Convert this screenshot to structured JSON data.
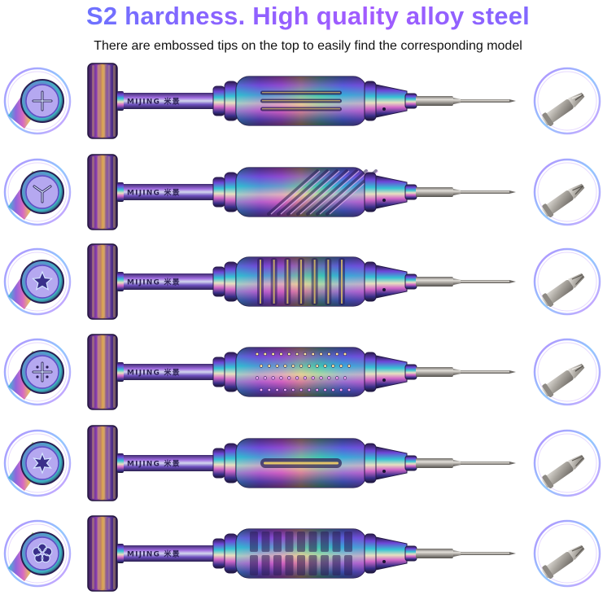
{
  "header": {
    "title": "S2 hardness. High quality alloy steel",
    "subtitle": "There are embossed tips on the top to easily find the corresponding model"
  },
  "colors": {
    "title_gradient": [
      "#5a7cff",
      "#a25bff"
    ],
    "subtitle": "#111111",
    "circle_ring": "#c68cff",
    "steel": "#b7b3ad"
  },
  "screwdrivers": [
    {
      "cap_symbol": "cross-icon",
      "grip_pattern": "slots",
      "tip_type": "phillips",
      "brand": "MIJING 米景"
    },
    {
      "cap_symbol": "y-tri-icon",
      "grip_pattern": "diagonal-stripes",
      "tip_type": "tri-point",
      "brand": "MIJING 米景"
    },
    {
      "cap_symbol": "star-icon",
      "grip_pattern": "rings",
      "tip_type": "torx",
      "brand": "MIJING 米景"
    },
    {
      "cap_symbol": "cross-dot-icon",
      "grip_pattern": "dots",
      "tip_type": "cross-plus",
      "brand": "MIJING 米景"
    },
    {
      "cap_symbol": "star-six-icon",
      "grip_pattern": "long-slot",
      "tip_type": "torx-t2",
      "brand": "MIJING 米景"
    },
    {
      "cap_symbol": "pentalobe-icon",
      "grip_pattern": "grid",
      "tip_type": "pentalobe",
      "brand": "MIJING 米景"
    }
  ]
}
